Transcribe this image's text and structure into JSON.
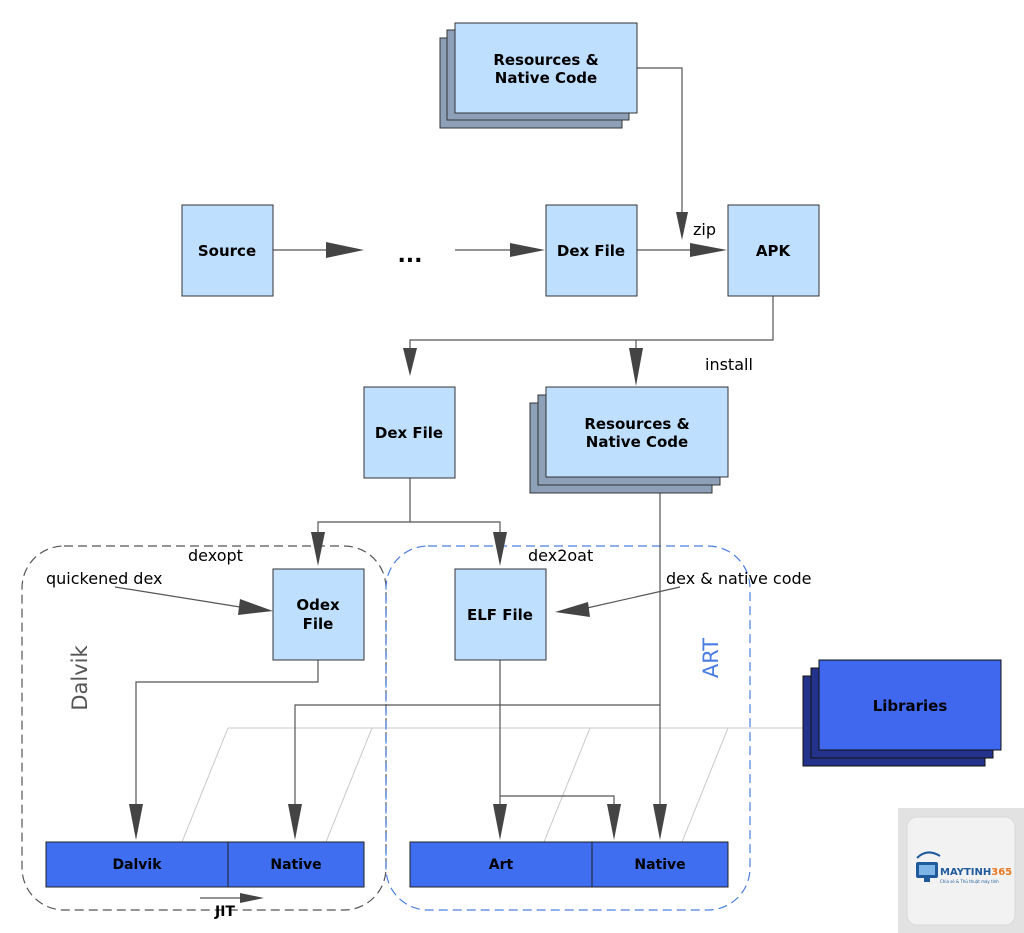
{
  "nodes": {
    "resources_top": {
      "line1": "Resources &",
      "line2": "Native Code"
    },
    "source": "Source",
    "ellipsis": "...",
    "dex_top": "Dex File",
    "apk": "APK",
    "dex_mid": "Dex File",
    "resources_mid": {
      "line1": "Resources &",
      "line2": "Native Code"
    },
    "odex": {
      "line1": "Odex",
      "line2": "File"
    },
    "elf": "ELF File",
    "libraries": "Libraries"
  },
  "edges": {
    "zip": "zip",
    "install": "install",
    "dexopt": "dexopt",
    "dex2oat": "dex2oat",
    "quickened_dex": "quickened dex",
    "dex_native_code": "dex & native code",
    "jit": "JIT"
  },
  "regions": {
    "dalvik": "Dalvik",
    "art": "ART"
  },
  "runtime_bars": {
    "dalvik": "Dalvik",
    "native_left": "Native",
    "art": "Art",
    "native_right": "Native"
  },
  "watermark": {
    "brand": "MAYTINH",
    "brand_suffix": "365",
    "tagline": "Chia sẻ & Thủ thuật máy tính"
  },
  "colors": {
    "box_fill": "#bfdfff",
    "stack_back": "#8ea0b8",
    "runtime_bar": "#3f6ef0",
    "libraries_front": "#4068ee",
    "libraries_back": "#23338c",
    "dalvik_region": "#555555",
    "art_region": "#4a7ee0"
  }
}
